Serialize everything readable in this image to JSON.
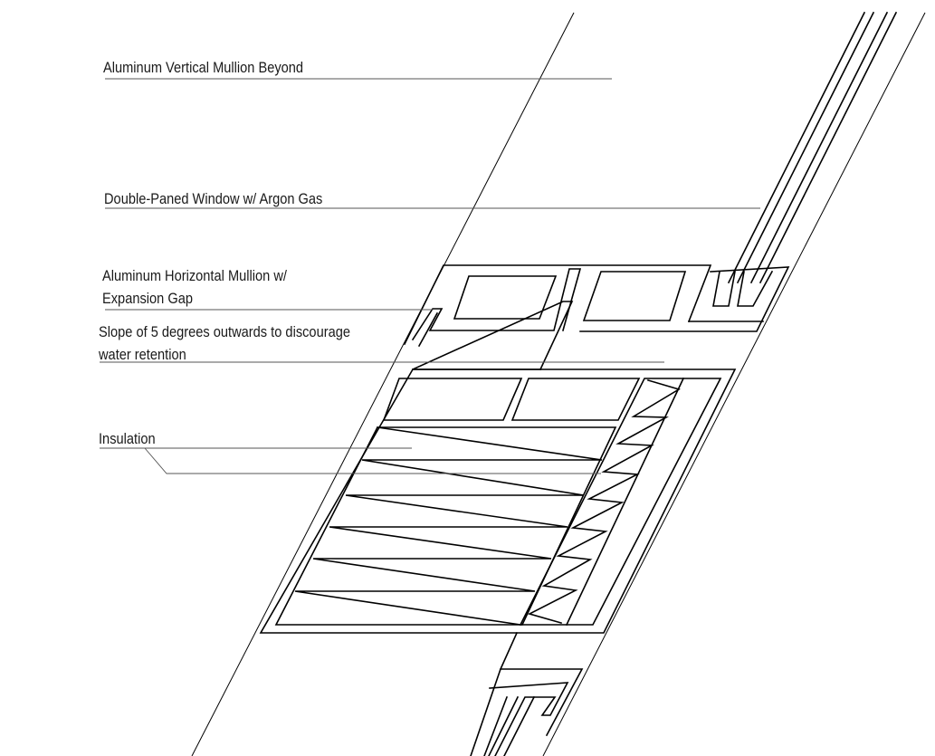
{
  "labels": {
    "vertical_mullion": "Aluminum Vertical Mullion Beyond",
    "window": "Double-Paned Window w/ Argon Gas",
    "horizontal_mullion_line1": "Aluminum Horizontal Mullion w/",
    "horizontal_mullion_line2": "Expansion Gap",
    "slope_line1": "Slope of 5 degrees outwards to discourage",
    "slope_line2": "water retention",
    "insulation": "Insulation"
  },
  "colors": {
    "line": "#000000",
    "leader": "#555555",
    "text": "#1a1a1a",
    "background": "#ffffff"
  }
}
